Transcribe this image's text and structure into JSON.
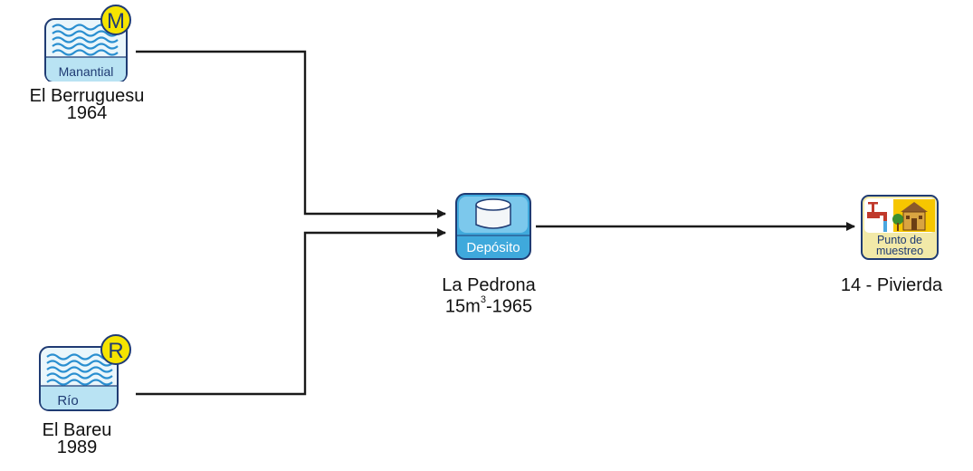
{
  "nodes": {
    "spring": {
      "icon_caption": "Manantial",
      "badge": "M",
      "name": "El Berruguesu",
      "year": "1964"
    },
    "river": {
      "icon_caption": "Río",
      "badge": "R",
      "name": "El Bareu",
      "year": "1989"
    },
    "tank": {
      "icon_caption": "Depósito",
      "name": "La Pedrona",
      "capacity_value": "15m",
      "capacity_exp": "3",
      "capacity_year": "-1965"
    },
    "sample_point": {
      "icon_caption_line1": "Punto de",
      "icon_caption_line2": "muestreo",
      "name": "14 - Pivierda"
    }
  },
  "colors": {
    "icon_border": "#1f3b73",
    "icon_fill_light": "#eaf6fb",
    "icon_band": "#b9e3f3",
    "tank_fill": "#3fa9dc",
    "badge_fill": "#f5e400",
    "sample_fill": "#f2e9a8",
    "line": "#1a1a1a"
  },
  "icons": [
    "water-waves-icon",
    "tank-cylinder-icon",
    "tap-and-house-icon"
  ]
}
